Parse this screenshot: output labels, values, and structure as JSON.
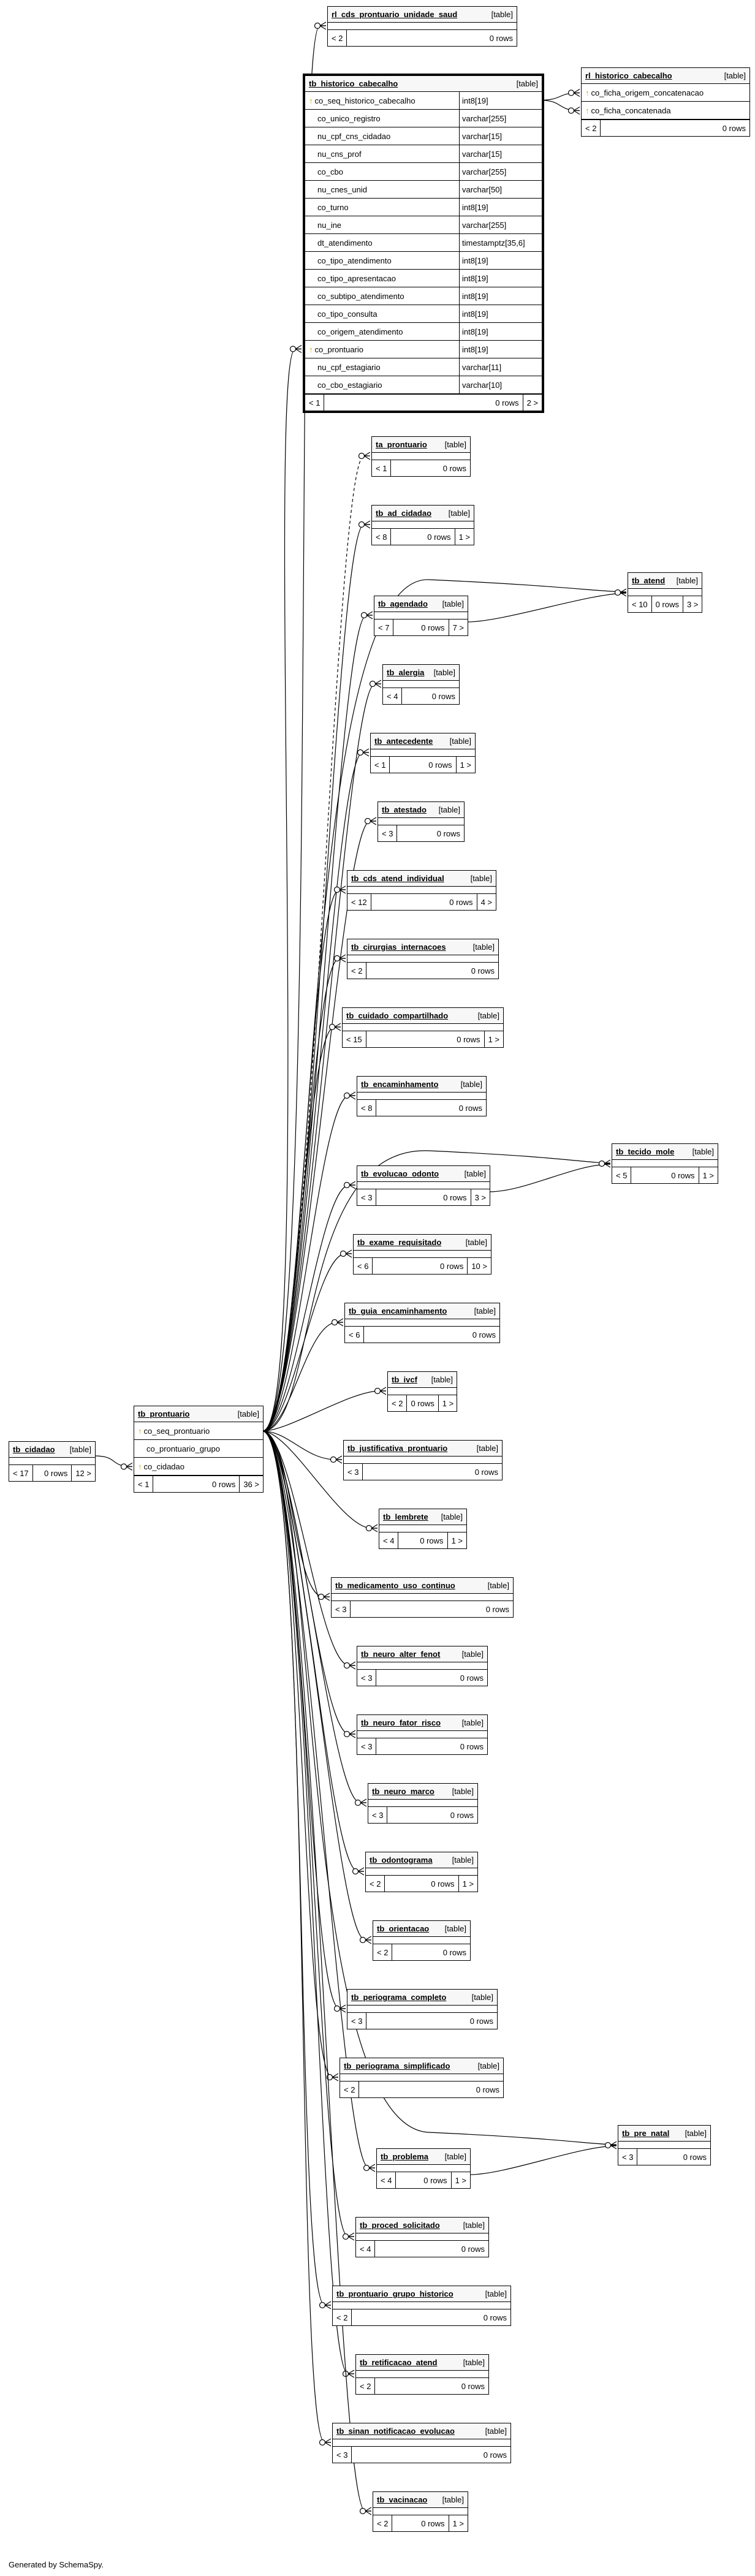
{
  "page": {
    "footer_text": "Generated by SchemaSpy."
  },
  "tables": [
    {
      "id": "rl_cds_prontuario_unidade_saud",
      "name": "rl_cds_prontuario_unidade_saud",
      "kind": "[table]",
      "parents": "< 2",
      "rows": "0 rows",
      "children": ""
    },
    {
      "id": "tb_historico_cabecalho",
      "name": "tb_historico_cabecalho",
      "kind": "[table]",
      "parents": "< 1",
      "rows": "0 rows",
      "children": "2 >",
      "columns": [
        {
          "name": "co_seq_historico_cabecalho",
          "type": "int8[19]",
          "key": "pk"
        },
        {
          "name": "co_unico_registro",
          "type": "varchar[255]"
        },
        {
          "name": "nu_cpf_cns_cidadao",
          "type": "varchar[15]"
        },
        {
          "name": "nu_cns_prof",
          "type": "varchar[15]"
        },
        {
          "name": "co_cbo",
          "type": "varchar[255]"
        },
        {
          "name": "nu_cnes_unid",
          "type": "varchar[50]"
        },
        {
          "name": "co_turno",
          "type": "int8[19]"
        },
        {
          "name": "nu_ine",
          "type": "varchar[255]"
        },
        {
          "name": "dt_atendimento",
          "type": "timestamptz[35,6]"
        },
        {
          "name": "co_tipo_atendimento",
          "type": "int8[19]"
        },
        {
          "name": "co_tipo_apresentacao",
          "type": "int8[19]"
        },
        {
          "name": "co_subtipo_atendimento",
          "type": "int8[19]"
        },
        {
          "name": "co_tipo_consulta",
          "type": "int8[19]"
        },
        {
          "name": "co_origem_atendimento",
          "type": "int8[19]"
        },
        {
          "name": "co_prontuario",
          "type": "int8[19]",
          "key": "fk"
        },
        {
          "name": "nu_cpf_estagiario",
          "type": "varchar[11]"
        },
        {
          "name": "co_cbo_estagiario",
          "type": "varchar[10]"
        }
      ]
    },
    {
      "id": "rl_historico_cabecalho",
      "name": "rl_historico_cabecalho",
      "kind": "[table]",
      "parents": "< 2",
      "rows": "0 rows",
      "children": "",
      "columns": [
        {
          "name": "co_ficha_origem_concatenacao",
          "type": "",
          "key": "pk"
        },
        {
          "name": "co_ficha_concatenada",
          "type": "",
          "key": "pk"
        }
      ]
    },
    {
      "id": "ta_prontuario",
      "name": "ta_prontuario",
      "kind": "[table]",
      "parents": "< 1",
      "rows": "0 rows",
      "children": ""
    },
    {
      "id": "tb_ad_cidadao",
      "name": "tb_ad_cidadao",
      "kind": "[table]",
      "parents": "< 8",
      "rows": "0 rows",
      "children": "1 >"
    },
    {
      "id": "tb_atend",
      "name": "tb_atend",
      "kind": "[table]",
      "parents": "< 10",
      "rows": "0 rows",
      "children": "3 >"
    },
    {
      "id": "tb_agendado",
      "name": "tb_agendado",
      "kind": "[table]",
      "parents": "< 7",
      "rows": "0 rows",
      "children": "7 >"
    },
    {
      "id": "tb_alergia",
      "name": "tb_alergia",
      "kind": "[table]",
      "parents": "< 4",
      "rows": "0 rows",
      "children": ""
    },
    {
      "id": "tb_antecedente",
      "name": "tb_antecedente",
      "kind": "[table]",
      "parents": "< 1",
      "rows": "0 rows",
      "children": "1 >"
    },
    {
      "id": "tb_atestado",
      "name": "tb_atestado",
      "kind": "[table]",
      "parents": "< 3",
      "rows": "0 rows",
      "children": ""
    },
    {
      "id": "tb_cds_atend_individual",
      "name": "tb_cds_atend_individual",
      "kind": "[table]",
      "parents": "< 12",
      "rows": "0 rows",
      "children": "4 >"
    },
    {
      "id": "tb_cirurgias_internacoes",
      "name": "tb_cirurgias_internacoes",
      "kind": "[table]",
      "parents": "< 2",
      "rows": "0 rows",
      "children": ""
    },
    {
      "id": "tb_cuidado_compartilhado",
      "name": "tb_cuidado_compartilhado",
      "kind": "[table]",
      "parents": "< 15",
      "rows": "0 rows",
      "children": "1 >"
    },
    {
      "id": "tb_encaminhamento",
      "name": "tb_encaminhamento",
      "kind": "[table]",
      "parents": "< 8",
      "rows": "0 rows",
      "children": ""
    },
    {
      "id": "tb_tecido_mole",
      "name": "tb_tecido_mole",
      "kind": "[table]",
      "parents": "< 5",
      "rows": "0 rows",
      "children": "1 >"
    },
    {
      "id": "tb_evolucao_odonto",
      "name": "tb_evolucao_odonto",
      "kind": "[table]",
      "parents": "< 3",
      "rows": "0 rows",
      "children": "3 >"
    },
    {
      "id": "tb_exame_requisitado",
      "name": "tb_exame_requisitado",
      "kind": "[table]",
      "parents": "< 6",
      "rows": "0 rows",
      "children": "10 >"
    },
    {
      "id": "tb_guia_encaminhamento",
      "name": "tb_guia_encaminhamento",
      "kind": "[table]",
      "parents": "< 6",
      "rows": "0 rows",
      "children": ""
    },
    {
      "id": "tb_ivcf",
      "name": "tb_ivcf",
      "kind": "[table]",
      "parents": "< 2",
      "rows": "0 rows",
      "children": "1 >"
    },
    {
      "id": "tb_cidadao",
      "name": "tb_cidadao",
      "kind": "[table]",
      "parents": "< 17",
      "rows": "0 rows",
      "children": "12 >"
    },
    {
      "id": "tb_prontuario",
      "name": "tb_prontuario",
      "kind": "[table]",
      "parents": "< 1",
      "rows": "0 rows",
      "children": "36 >",
      "columns": [
        {
          "name": "co_seq_prontuario",
          "type": "",
          "key": "pk"
        },
        {
          "name": "co_prontuario_grupo",
          "type": ""
        },
        {
          "name": "co_cidadao",
          "type": "",
          "key": "fk"
        }
      ]
    },
    {
      "id": "tb_justificativa_prontuario",
      "name": "tb_justificativa_prontuario",
      "kind": "[table]",
      "parents": "< 3",
      "rows": "0 rows",
      "children": ""
    },
    {
      "id": "tb_lembrete",
      "name": "tb_lembrete",
      "kind": "[table]",
      "parents": "< 4",
      "rows": "0 rows",
      "children": "1 >"
    },
    {
      "id": "tb_medicamento_uso_continuo",
      "name": "tb_medicamento_uso_continuo",
      "kind": "[table]",
      "parents": "< 3",
      "rows": "0 rows",
      "children": ""
    },
    {
      "id": "tb_neuro_alter_fenot",
      "name": "tb_neuro_alter_fenot",
      "kind": "[table]",
      "parents": "< 3",
      "rows": "0 rows",
      "children": ""
    },
    {
      "id": "tb_neuro_fator_risco",
      "name": "tb_neuro_fator_risco",
      "kind": "[table]",
      "parents": "< 3",
      "rows": "0 rows",
      "children": ""
    },
    {
      "id": "tb_neuro_marco",
      "name": "tb_neuro_marco",
      "kind": "[table]",
      "parents": "< 3",
      "rows": "0 rows",
      "children": ""
    },
    {
      "id": "tb_odontograma",
      "name": "tb_odontograma",
      "kind": "[table]",
      "parents": "< 2",
      "rows": "0 rows",
      "children": "1 >"
    },
    {
      "id": "tb_orientacao",
      "name": "tb_orientacao",
      "kind": "[table]",
      "parents": "< 2",
      "rows": "0 rows",
      "children": ""
    },
    {
      "id": "tb_periograma_completo",
      "name": "tb_periograma_completo",
      "kind": "[table]",
      "parents": "< 3",
      "rows": "0 rows",
      "children": ""
    },
    {
      "id": "tb_periograma_simplificado",
      "name": "tb_periograma_simplificado",
      "kind": "[table]",
      "parents": "< 2",
      "rows": "0 rows",
      "children": ""
    },
    {
      "id": "tb_pre_natal",
      "name": "tb_pre_natal",
      "kind": "[table]",
      "parents": "< 3",
      "rows": "0 rows",
      "children": ""
    },
    {
      "id": "tb_problema",
      "name": "tb_problema",
      "kind": "[table]",
      "parents": "< 4",
      "rows": "0 rows",
      "children": "1 >"
    },
    {
      "id": "tb_proced_solicitado",
      "name": "tb_proced_solicitado",
      "kind": "[table]",
      "parents": "< 4",
      "rows": "0 rows",
      "children": ""
    },
    {
      "id": "tb_prontuario_grupo_historico",
      "name": "tb_prontuario_grupo_historico",
      "kind": "[table]",
      "parents": "< 2",
      "rows": "0 rows",
      "children": ""
    },
    {
      "id": "tb_retificacao_atend",
      "name": "tb_retificacao_atend",
      "kind": "[table]",
      "parents": "< 2",
      "rows": "0 rows",
      "children": ""
    },
    {
      "id": "tb_sinan_notificacao_evolucao",
      "name": "tb_sinan_notificacao_evolucao",
      "kind": "[table]",
      "parents": "< 3",
      "rows": "0 rows",
      "children": ""
    },
    {
      "id": "tb_vacinacao",
      "name": "tb_vacinacao",
      "kind": "[table]",
      "parents": "< 2",
      "rows": "0 rows",
      "children": "1 >"
    }
  ]
}
